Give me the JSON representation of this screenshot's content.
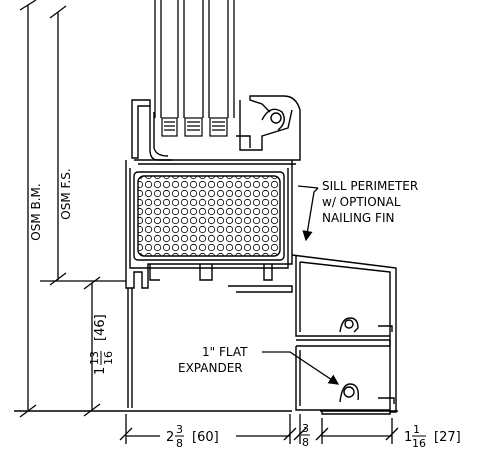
{
  "labels": {
    "osm_bm": "OSM  B.M.",
    "osm_fs": "OSM  F.S.",
    "sill_line1": "SILL PERIMETER",
    "sill_line2": "w/ OPTIONAL",
    "sill_line3": "NAILING FIN",
    "expander_line1": "1\" FLAT",
    "expander_line2": "EXPANDER"
  },
  "dimensions": {
    "vertical_whole": "1",
    "vertical_num": "13",
    "vertical_den": "16",
    "vertical_metric": "[46]",
    "bottom_left_whole": "2",
    "bottom_left_num": "3",
    "bottom_left_den": "8",
    "bottom_left_metric": "[60]",
    "bottom_mid_num": "3",
    "bottom_mid_den": "8",
    "bottom_right_whole": "1",
    "bottom_right_num": "1",
    "bottom_right_den": "16",
    "bottom_right_metric": "[27]"
  },
  "colors": {
    "line": "#000000",
    "background": "#ffffff"
  }
}
